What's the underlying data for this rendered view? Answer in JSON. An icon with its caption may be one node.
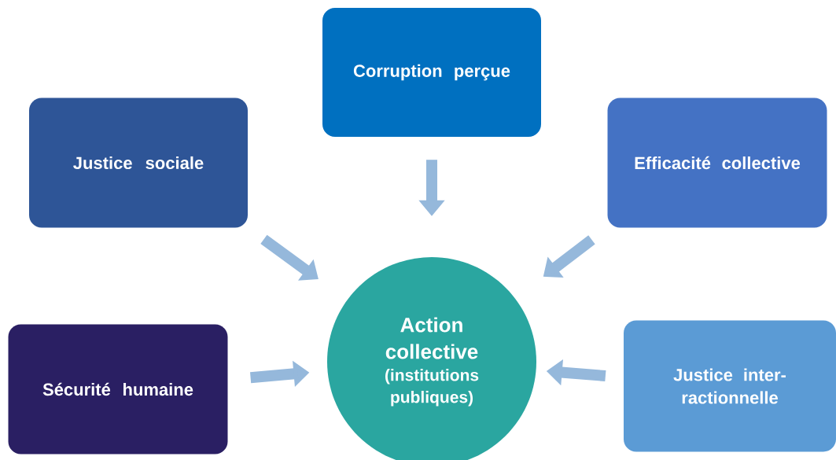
{
  "diagram": {
    "nodes": [
      {
        "text": [
          "Corruption perçue"
        ]
      },
      {
        "text": [
          "Justice sociale"
        ]
      },
      {
        "text": [
          "Efficacité collective"
        ]
      },
      {
        "text": [
          "Action collective",
          "(institutions publiques)"
        ]
      },
      {
        "text": [
          "Sécurité humaine"
        ]
      },
      {
        "text": [
          "Justice inter-ractionnelle"
        ]
      }
    ],
    "edges": [
      {
        "from": 0,
        "to": 3,
        "arrow": "to"
      },
      {
        "from": 1,
        "to": 3,
        "arrow": "to"
      },
      {
        "from": 2,
        "to": 3,
        "arrow": "to"
      },
      {
        "from": 4,
        "to": 3,
        "arrow": "to"
      },
      {
        "from": 5,
        "to": 3,
        "arrow": "to"
      }
    ]
  }
}
